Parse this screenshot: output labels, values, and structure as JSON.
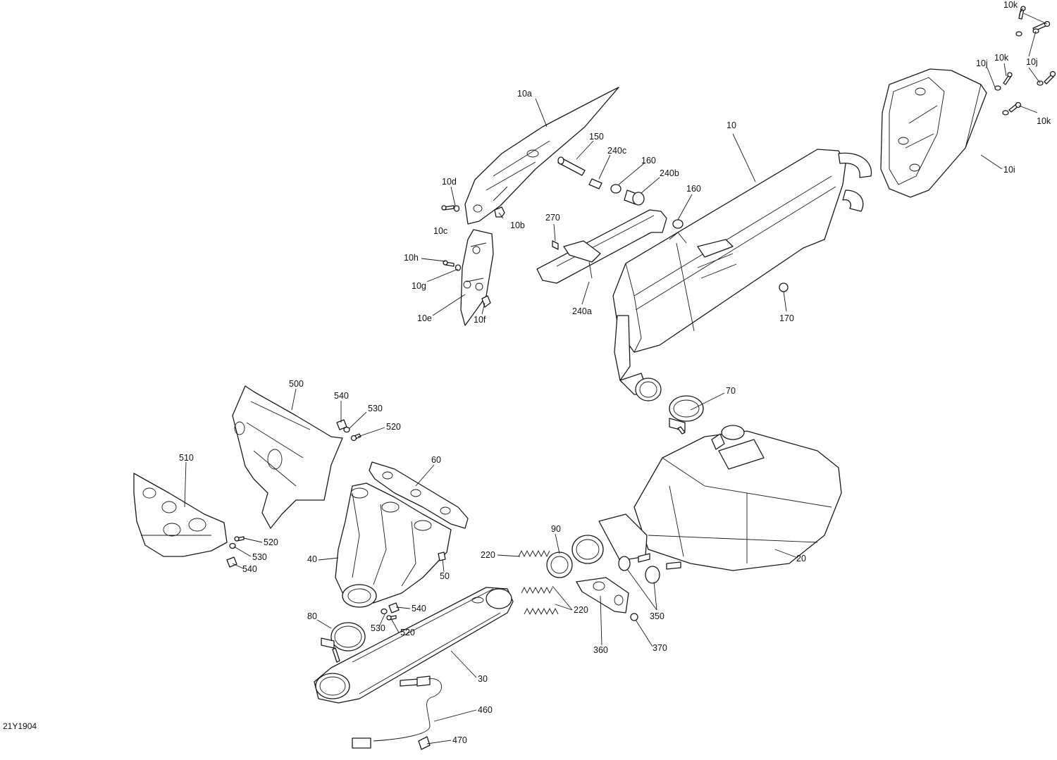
{
  "diagram_code": "21Y1904",
  "labels": {
    "l10k_top": "10k",
    "l10k_mid": "10k",
    "l10k_bot": "10k",
    "l10j_left": "10j",
    "l10j_right": "10j",
    "l10i": "10i",
    "l10a": "10a",
    "l10": "10",
    "l150": "150",
    "l240c": "240c",
    "l160_a": "160",
    "l240b": "240b",
    "l160_b": "160",
    "l10d": "10d",
    "l10c": "10c",
    "l10b": "10b",
    "l270": "270",
    "l10h": "10h",
    "l10g": "10g",
    "l10e": "10e",
    "l10f": "10f",
    "l240a": "240a",
    "l170": "170",
    "l500": "500",
    "l540_top": "540",
    "l530_top": "530",
    "l520_top": "520",
    "l70": "70",
    "l60": "60",
    "l510": "510",
    "l520_mid": "520",
    "l530_mid": "530",
    "l540_mid": "540",
    "l40": "40",
    "l50": "50",
    "l90": "90",
    "l220_a": "220",
    "l220_b": "220",
    "l20": "20",
    "l540_bot": "540",
    "l530_bot": "530",
    "l520_bot": "520",
    "l80": "80",
    "l350": "350",
    "l360": "360",
    "l370": "370",
    "l30": "30",
    "l460": "460",
    "l470": "470"
  }
}
